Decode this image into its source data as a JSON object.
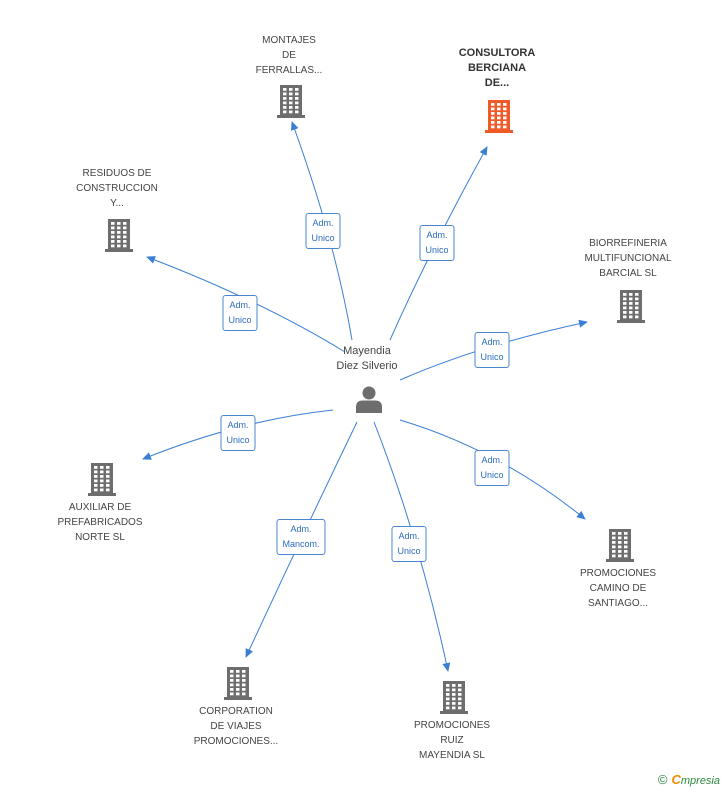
{
  "center": {
    "name": "Mayendia\nDiez Silverio"
  },
  "nodes": [
    {
      "id": "montajes",
      "label": "MONTAJES\nDE\nFERRALLAS...",
      "highlight": false
    },
    {
      "id": "consultora",
      "label": "CONSULTORA\nBERCIANA\nDE...",
      "highlight": true
    },
    {
      "id": "residuos",
      "label": "RESIDUOS DE\nCONSTRUCCION\nY...",
      "highlight": false
    },
    {
      "id": "biorrefineria",
      "label": "BIORREFINERIA\nMULTIFUNCIONAL\nBARCIAL  SL",
      "highlight": false
    },
    {
      "id": "auxiliar",
      "label": "AUXILIAR DE\nPREFABRICADOS\nNORTE SL",
      "highlight": false
    },
    {
      "id": "promo-camino",
      "label": "PROMOCIONES\nCAMINO DE\nSANTIAGO...",
      "highlight": false
    },
    {
      "id": "corporation",
      "label": "CORPORATION\nDE VIAJES\nPROMOCIONES...",
      "highlight": false
    },
    {
      "id": "promo-ruiz",
      "label": "PROMOCIONES\nRUIZ\nMAYENDIA SL",
      "highlight": false
    }
  ],
  "relations": [
    {
      "target": "montajes",
      "label": "Adm.\nUnico"
    },
    {
      "target": "consultora",
      "label": "Adm.\nUnico"
    },
    {
      "target": "residuos",
      "label": "Adm.\nUnico"
    },
    {
      "target": "biorrefineria",
      "label": "Adm.\nUnico"
    },
    {
      "target": "auxiliar",
      "label": "Adm.\nUnico"
    },
    {
      "target": "promo-camino",
      "label": "Adm.\nUnico"
    },
    {
      "target": "corporation",
      "label": "Adm.\nMancom."
    },
    {
      "target": "promo-ruiz",
      "label": "Adm.\nUnico"
    }
  ],
  "colors": {
    "edge": "#3b7fd4",
    "building": "#6d6d6d",
    "highlight": "#f05a28",
    "person": "#6d6d6d"
  },
  "footer": {
    "copyright": "©",
    "brand_first": "C",
    "brand_rest": "mpresia"
  }
}
